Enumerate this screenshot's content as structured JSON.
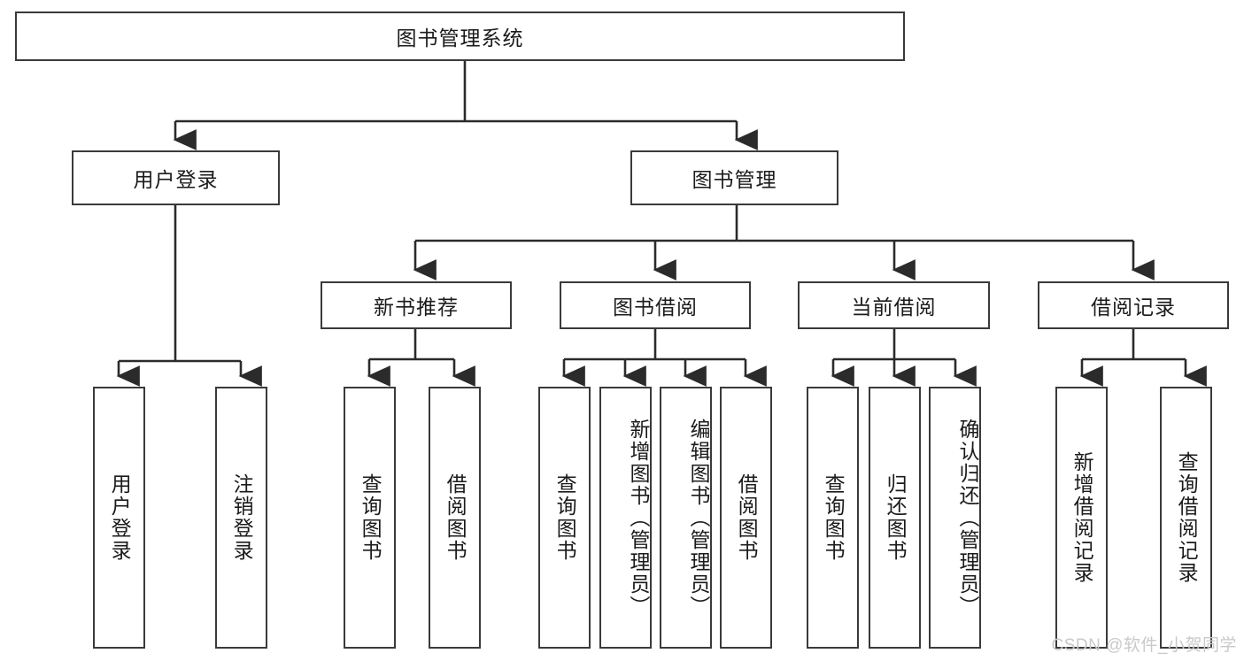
{
  "diagram": {
    "title": "图书管理系统",
    "type": "tree-hierarchy-diagram",
    "colors": {
      "box_border": "#3a3a3a",
      "box_fill": "#ffffff",
      "link": "#2b2b2b",
      "text": "#1b1b1b",
      "watermark": "#c9c9c9"
    },
    "root": {
      "label": "图书管理系统"
    },
    "level1": [
      {
        "label": "用户登录"
      },
      {
        "label": "图书管理"
      }
    ],
    "level2": [
      {
        "label": "新书推荐"
      },
      {
        "label": "图书借阅"
      },
      {
        "label": "当前借阅"
      },
      {
        "label": "借阅记录"
      }
    ],
    "leaves": {
      "user_login": [
        {
          "label": "用户登录"
        },
        {
          "label": "注销登录"
        }
      ],
      "new_book_recommend": [
        {
          "label": "查询图书"
        },
        {
          "label": "借阅图书"
        }
      ],
      "book_borrow": [
        {
          "label": "查询图书"
        },
        {
          "label": "新增图书（管理员）"
        },
        {
          "label": "编辑图书（管理员）"
        },
        {
          "label": "借阅图书"
        }
      ],
      "current_borrow": [
        {
          "label": "查询图书"
        },
        {
          "label": "归还图书"
        },
        {
          "label": "确认归还（管理员）"
        }
      ],
      "borrow_record": [
        {
          "label": "新增借阅记录"
        },
        {
          "label": "查询借阅记录"
        }
      ]
    }
  },
  "watermark": {
    "text": "CSDN @软件_小贺同学"
  }
}
